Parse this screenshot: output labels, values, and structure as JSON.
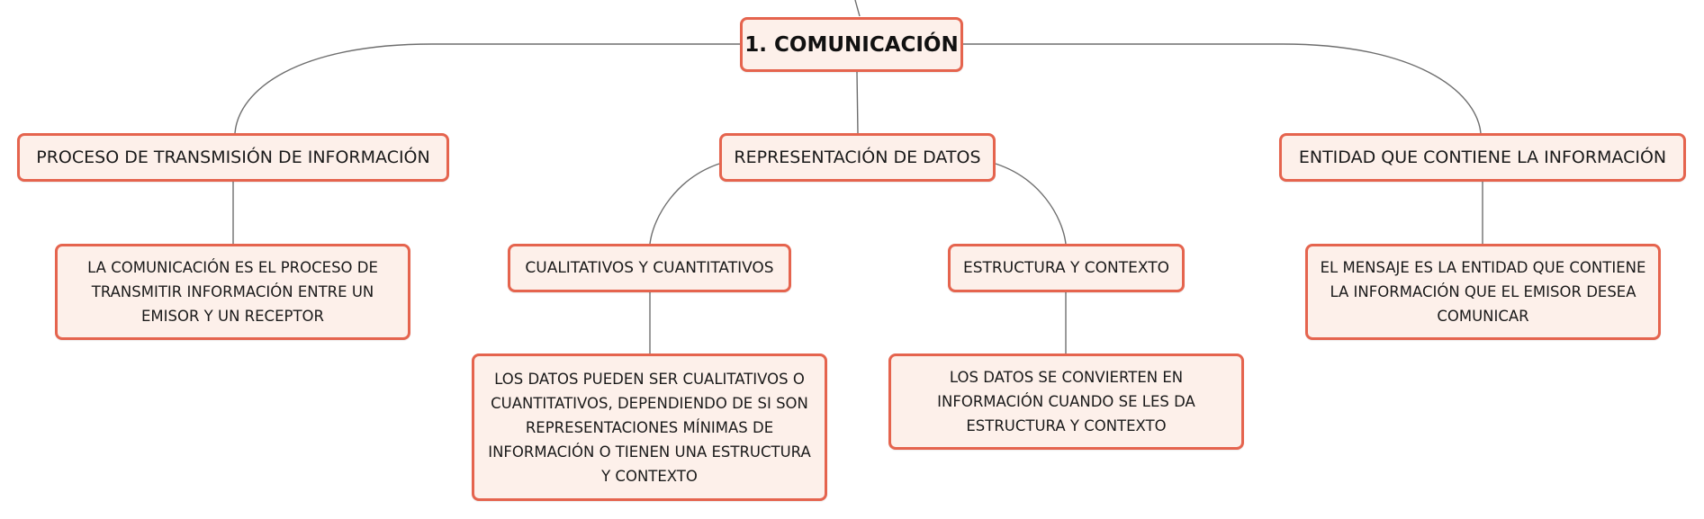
{
  "diagram": {
    "root": {
      "label": "1. COMUNICACIÓN"
    },
    "branches": {
      "process": {
        "label": "PROCESO DE TRANSMISIÓN DE INFORMACIÓN",
        "description": "LA COMUNICACIÓN ES EL PROCESO DE TRANSMITIR INFORMACIÓN ENTRE UN EMISOR Y UN RECEPTOR"
      },
      "data": {
        "label": "REPRESENTACIÓN DE DATOS",
        "qualitative": {
          "label": "CUALITATIVOS Y CUANTITATIVOS",
          "description": "LOS DATOS PUEDEN SER CUALITATIVOS O CUANTITATIVOS, DEPENDIENDO DE SI SON REPRESENTACIONES MÍNIMAS DE INFORMACIÓN O TIENEN UNA ESTRUCTURA Y CONTEXTO"
        },
        "structure": {
          "label": "ESTRUCTURA Y CONTEXTO",
          "description": "LOS DATOS SE CONVIERTEN EN INFORMACIÓN CUANDO SE LES DA ESTRUCTURA Y CONTEXTO"
        }
      },
      "entity": {
        "label": "ENTIDAD QUE CONTIENE LA INFORMACIÓN",
        "description": "EL MENSAJE ES LA ENTIDAD QUE CONTIENE LA INFORMACIÓN QUE EL EMISOR DESEA COMUNICAR"
      }
    }
  },
  "colors": {
    "node_border": "#e5644e",
    "node_fill": "#fdf0ea",
    "connector": "#6e6e6e"
  }
}
